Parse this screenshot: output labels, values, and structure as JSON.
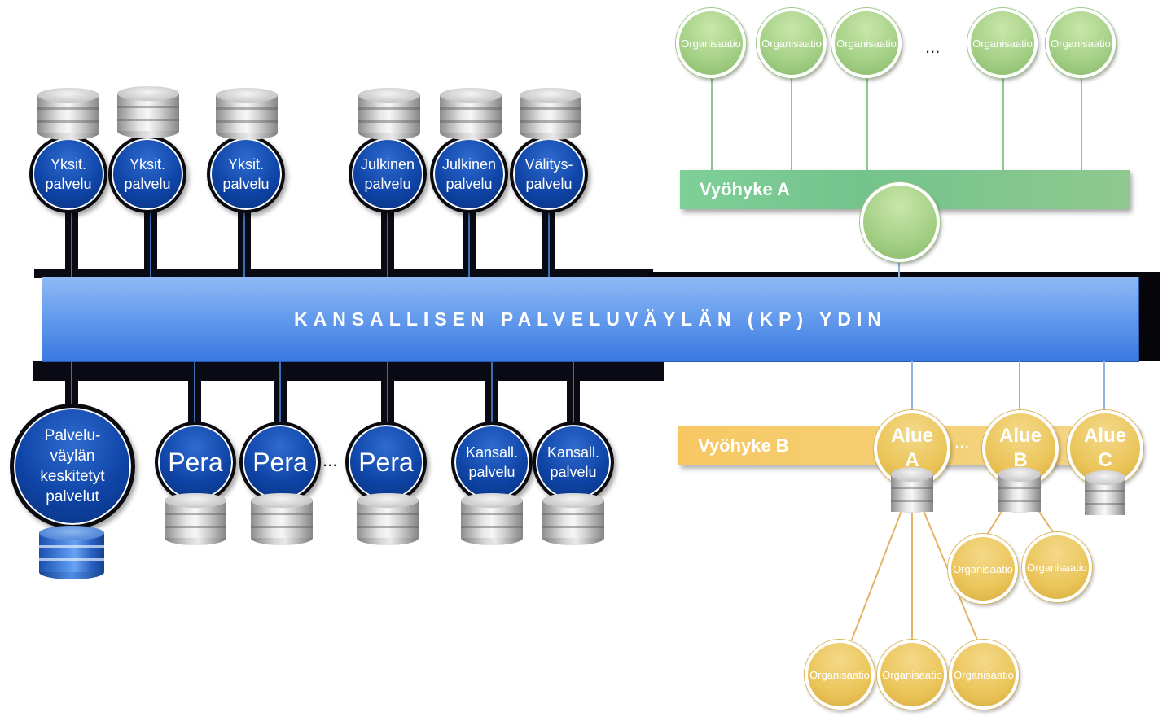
{
  "core": {
    "label": "KANSALLISEN PALVELUVÄYLÄN (KP) YDIN"
  },
  "top_services": [
    {
      "line1": "Yksit.",
      "line2": "palvelu"
    },
    {
      "line1": "Yksit.",
      "line2": "palvelu"
    },
    {
      "line1": "Yksit.",
      "line2": "palvelu"
    },
    {
      "line1": "Julkinen",
      "line2": "palvelu"
    },
    {
      "line1": "Julkinen",
      "line2": "palvelu"
    },
    {
      "line1": "Välitys-",
      "line2": "palvelu"
    }
  ],
  "central_services": {
    "lines": [
      "Palvelu-",
      "väylän",
      "keskitetyt",
      "palvelut"
    ]
  },
  "bottom_nodes": [
    {
      "label": "Pera"
    },
    {
      "label": "Pera"
    },
    {
      "label": "Pera"
    },
    {
      "line1": "Kansall.",
      "line2": "palvelu"
    },
    {
      "line1": "Kansall.",
      "line2": "palvelu"
    }
  ],
  "ellipsis": "...",
  "zone_a": {
    "label": "Vyöhyke A",
    "organisations": [
      "Organisaatio",
      "Organisaatio",
      "Organisaatio",
      "Organisaatio",
      "Organisaatio"
    ]
  },
  "zone_b": {
    "label": "Vyöhyke B",
    "regions": [
      {
        "line1": "Alue",
        "line2": "A"
      },
      {
        "line1": "Alue",
        "line2": "B"
      },
      {
        "line1": "Alue",
        "line2": "C"
      }
    ],
    "organisations_b": [
      "Organisaatio",
      "Organisaatio"
    ],
    "organisations_a": [
      "Organisaatio",
      "Organisaatio",
      "Organisaatio"
    ]
  },
  "colors": {
    "core_blue": "#3a78e2",
    "service_blue": "#0f44a6",
    "zone_a_green": "#7fcf98",
    "zone_b_yellow": "#f7c862",
    "org_green": "#a3cf85",
    "org_yellow": "#ebc55a"
  }
}
